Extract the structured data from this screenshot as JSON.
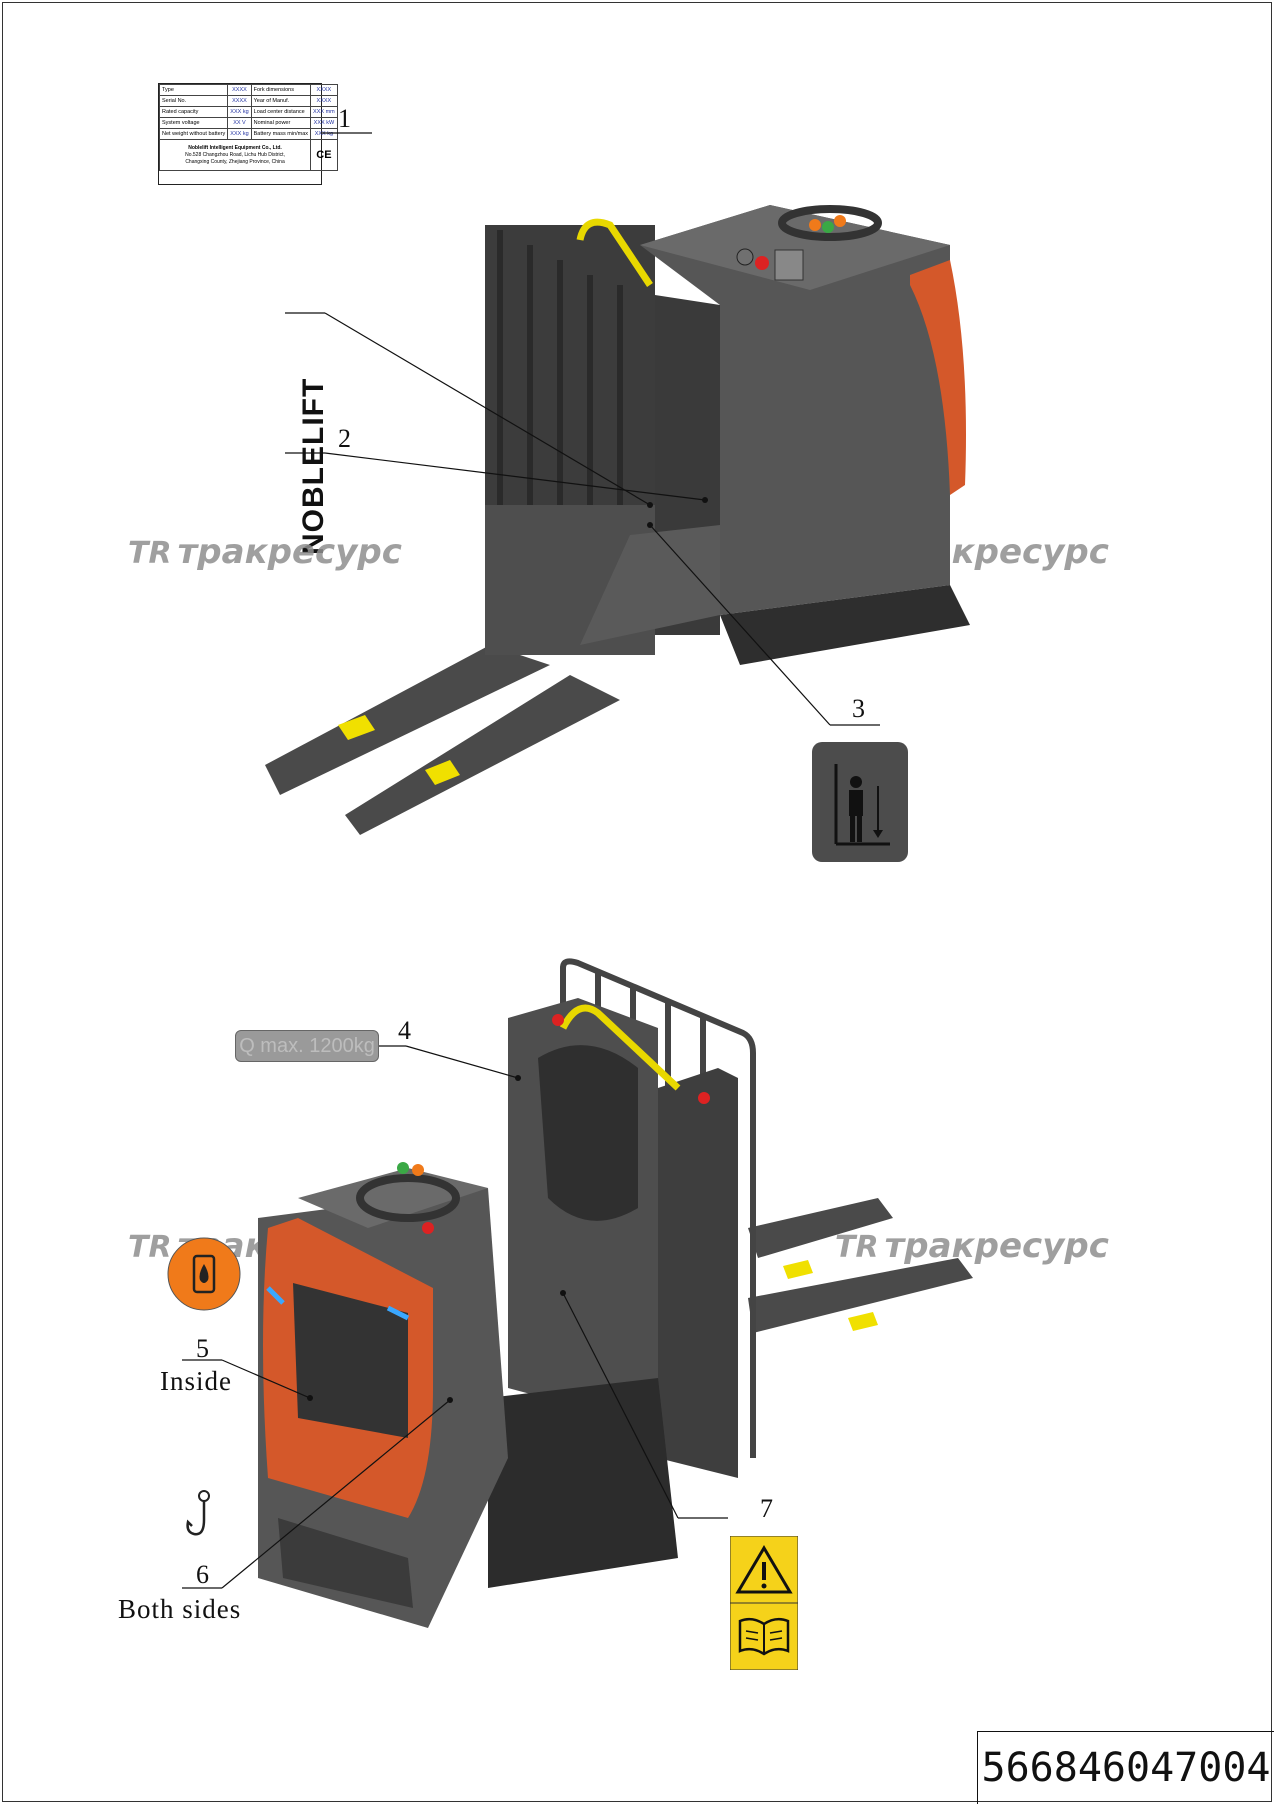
{
  "nameplate": {
    "rows": [
      [
        "Type",
        "XXXX",
        "Fork dimensions",
        "XXXX"
      ],
      [
        "Serial No.",
        "XXXX",
        "Year of Manuf.",
        "XXXX"
      ],
      [
        "Rated capacity",
        "XXX kg",
        "Load center distance",
        "XXX mm"
      ],
      [
        "System voltage",
        "XX V",
        "Nominal power",
        "XXX kW"
      ],
      [
        "Net weight without battery",
        "XXX kg",
        "Battery mass min/max",
        "XXX kg"
      ]
    ],
    "maker": "Noblelift Intelligent Equipment Co., Ltd.",
    "address1": "No.528 Changzhou Road, Lichu Hub District,",
    "address2": "Changxing County, Zhejiang Province, China",
    "ce_mark": "CE"
  },
  "brand": "NOBLELIFT",
  "watermark": {
    "logo": "TR",
    "text": "тракресурс"
  },
  "callouts": [
    "1",
    "2",
    "3",
    "4",
    "5",
    "6",
    "7"
  ],
  "notes": {
    "inside": "Inside",
    "both_sides": "Both sides"
  },
  "capacity_label": "Q max. 1200kg",
  "doc_number": "566846047004",
  "colors": {
    "truck_body": "#4a4a4a",
    "hood": "#d4582a",
    "warning_yellow": "#f5d21a",
    "fuel_orange": "#f07a1a",
    "fork_marker": "#f0e000"
  },
  "icons": [
    "lift-height-person-icon",
    "fuel-drop-icon",
    "hook-icon",
    "warning-triangle-icon",
    "manual-book-icon",
    "ce-mark-icon"
  ]
}
